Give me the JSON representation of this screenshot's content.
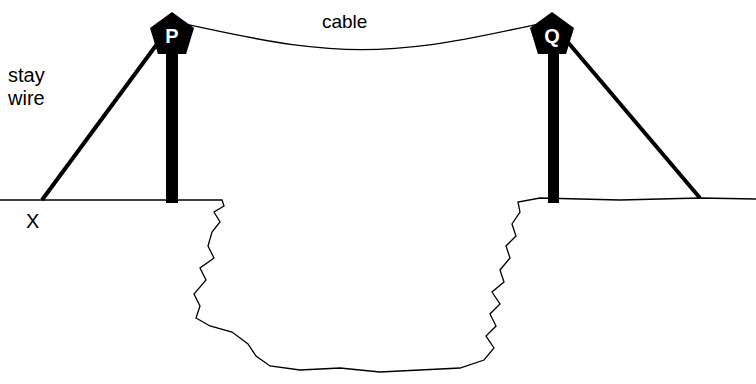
{
  "diagram": {
    "nodes": [
      {
        "text": [
          "P"
        ]
      },
      {
        "text": [
          "Q"
        ]
      }
    ],
    "edges": [
      {
        "from": 0,
        "to": 1,
        "label": "cable",
        "arrow": "none"
      }
    ],
    "labels": [
      "stay wire",
      "X"
    ]
  }
}
